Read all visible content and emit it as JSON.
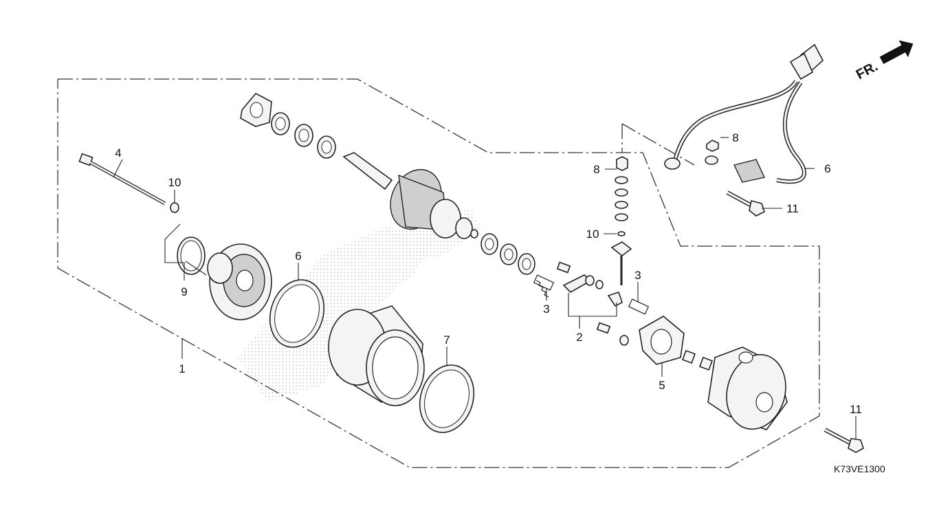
{
  "diagram": {
    "code": "K73VE1300",
    "direction_label": "FR.",
    "callouts": [
      {
        "id": "c1",
        "text": "1"
      },
      {
        "id": "c2",
        "text": "2"
      },
      {
        "id": "c3a",
        "text": "3"
      },
      {
        "id": "c3b",
        "text": "3"
      },
      {
        "id": "c4",
        "text": "4"
      },
      {
        "id": "c5",
        "text": "5"
      },
      {
        "id": "c6a",
        "text": "6"
      },
      {
        "id": "c6b",
        "text": "6"
      },
      {
        "id": "c7",
        "text": "7"
      },
      {
        "id": "c8a",
        "text": "8"
      },
      {
        "id": "c8b",
        "text": "8"
      },
      {
        "id": "c9",
        "text": "9"
      },
      {
        "id": "c10a",
        "text": "10"
      },
      {
        "id": "c10b",
        "text": "10"
      },
      {
        "id": "c11a",
        "text": "11"
      },
      {
        "id": "c11b",
        "text": "11"
      }
    ]
  }
}
